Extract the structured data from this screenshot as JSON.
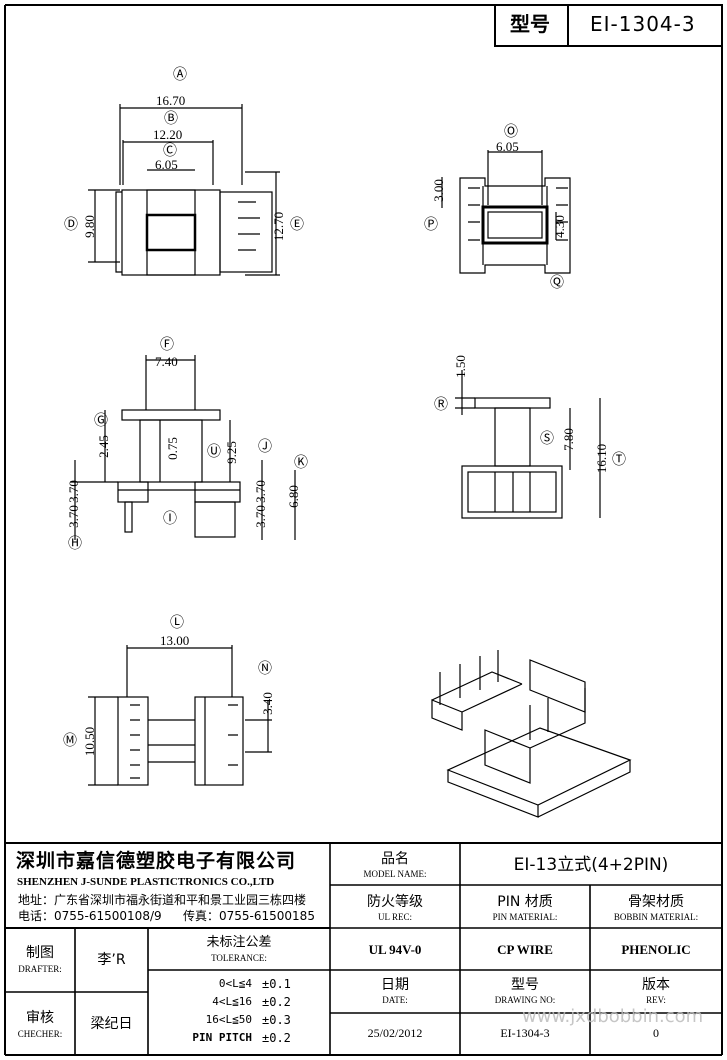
{
  "header": {
    "model_label": "型号",
    "model_value": "EI-1304-3"
  },
  "views": {
    "top": {
      "label_a": "Ⓐ",
      "dim_a": "16.70",
      "label_b": "Ⓑ",
      "dim_b": "12.20",
      "label_c": "Ⓒ",
      "dim_c": "6.05",
      "label_d": "Ⓓ",
      "dim_d": "9.80",
      "label_e": "Ⓔ",
      "dim_e": "12.70"
    },
    "bottom": {
      "label_o": "Ⓞ",
      "dim_o": "6.05",
      "label_p": "Ⓟ",
      "dim_p": "3.00",
      "dim_h": "4.30",
      "label_q": "Ⓠ"
    },
    "front": {
      "label_f": "Ⓕ",
      "dim_f": "7.40",
      "label_g": "Ⓖ",
      "dim_g": "2.45",
      "dim_075": "0.75",
      "label_u": "Ⓤ",
      "dim_u": "9.25",
      "label_j": "Ⓙ",
      "dim_370a": "3.70",
      "dim_370b": "3.70",
      "dim_370c": "3.70",
      "label_k": "Ⓚ",
      "dim_k": "6.80",
      "label_h": "Ⓗ",
      "label_i": "Ⓘ"
    },
    "side": {
      "dim_r": "1.50",
      "label_r": "Ⓡ",
      "label_s": "Ⓢ",
      "dim_s": "7.80",
      "dim_t": "16.10",
      "label_t": "Ⓣ"
    },
    "plan": {
      "label_l": "Ⓛ",
      "dim_l": "13.00",
      "label_n": "Ⓝ",
      "dim_n": "3.40",
      "label_m": "Ⓜ",
      "dim_m": "10.50"
    }
  },
  "company": {
    "name_cn": "深圳市嘉信德塑胶电子有限公司",
    "name_en": "SHENZHEN J-SUNDE PLASTICTRONICS CO.,LTD",
    "address": "地址：广东省深圳市福永街道和平和景工业园三栋四楼",
    "phone": "电话：0755-61500108/9",
    "fax": "传真：0755-61500185"
  },
  "title_block": {
    "model_name_cn": "品名",
    "model_name_en": "MODEL NAME:",
    "model_name_value": "EI-13立式(4+2PIN)",
    "ul_cn": "防火等级",
    "ul_en": "UL REC:",
    "pin_cn": "PIN 材质",
    "pin_en": "PIN MATERIAL:",
    "bobbin_cn": "骨架材质",
    "bobbin_en": "BOBBIN MATERIAL:",
    "ul_value": "UL 94V-0",
    "pin_value": "CP WIRE",
    "bobbin_value": "PHENOLIC",
    "drafter_cn": "制图",
    "drafter_en": "DRAFTER:",
    "drafter_value": "李’R",
    "tolerance_cn": "未标注公差",
    "tolerance_en": "TOLERANCE:",
    "tolerances": [
      {
        "range": "0<L≦4",
        "value": "±0.1"
      },
      {
        "range": "4<L≦16",
        "value": "±0.2"
      },
      {
        "range": "16<L≦50",
        "value": "±0.3"
      },
      {
        "range": "PIN PITCH",
        "value": "±0.2"
      }
    ],
    "date_cn": "日期",
    "date_en": "DATE:",
    "date_value": "25/02/2012",
    "drawing_cn": "型号",
    "drawing_en": "DRAWING NO:",
    "drawing_value": "EI-1304-3",
    "rev_cn": "版本",
    "rev_en": "REV:",
    "rev_value": "0",
    "checker_cn": "审核",
    "checker_en": "CHECHER:",
    "checker_value": "梁纪日"
  },
  "watermark": "www.jxdbobbin.com"
}
